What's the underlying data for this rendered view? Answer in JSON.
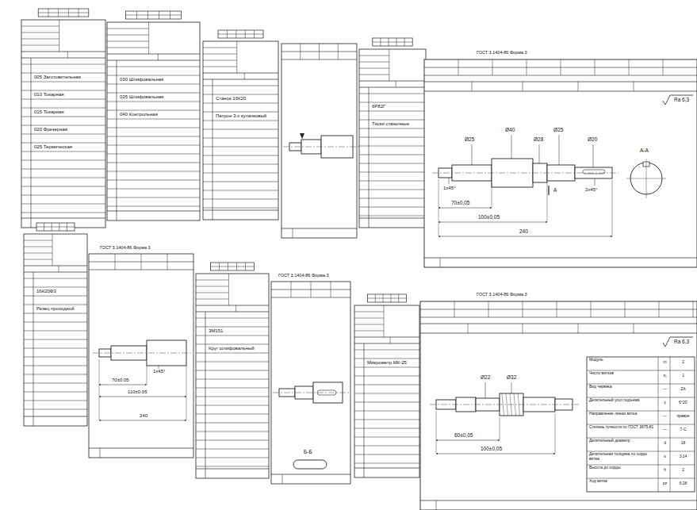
{
  "diagram": {
    "labels": [
      "005 Заготовительная",
      "010 Токарная",
      "015 Токарная",
      "020 Фрезерная",
      "025 Термическая",
      "030 Шлифовальная",
      "035 Шлифовальная",
      "040 Контрольная",
      "Станок 16К20",
      "Патрон 3-х кулачковый",
      "6Р82Г",
      "Тиски станочные",
      "16К20Ф3",
      "Резец проходной",
      "3М151",
      "Круг шлифовальный",
      "Микрометр МК-25",
      "ГОСТ 3.1404-86 Форма 3",
      "ГОСТ 3.1404-86 Форма 3",
      "ГОСТ 3.1404-86 Форма 3",
      "ГОСТ 3.1404-86 Форма 3",
      "Ra 6,3",
      "Ø25",
      "Ø40",
      "Ø28",
      "Ø25",
      "Ø20",
      "1x45°",
      "2x45°",
      "А",
      "70±0,05",
      "100±0,05",
      "240",
      "А-А",
      "Ra 6,3",
      "Ø22",
      "Ø32",
      "60±0,05",
      "100±0,05",
      "Модуль",
      "m",
      "2",
      "Число витков",
      "z₁",
      "1",
      "Вид червяка",
      "—",
      "ZA",
      "Делительный угол подъема",
      "γ",
      "6°20'",
      "Направление линии витка",
      "—",
      "правое",
      "Степень точности по ГОСТ 3675-81",
      "—",
      "7-С",
      "Делительный диаметр",
      "d",
      "18",
      "Делительная толщина по хорде витка",
      "s",
      "3,14",
      "Высота до хорды",
      "h",
      "2",
      "Ход витка",
      "pz",
      "6,28",
      "1x45°",
      "70±0,05",
      "110±0,05",
      "240",
      "Б-Б"
    ]
  }
}
